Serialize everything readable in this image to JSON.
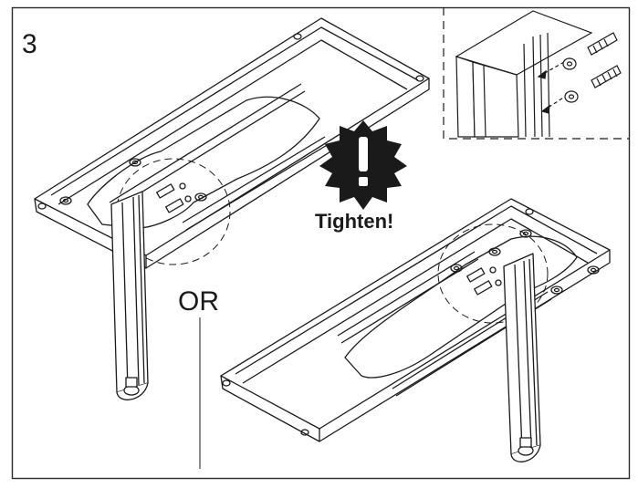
{
  "step_number": "3",
  "warning_label": "Tighten!",
  "alternative_label": "OR",
  "icons": [
    "warning-burst-icon",
    "screw-icon",
    "washer-icon"
  ],
  "colors": {
    "line": "#1a1a1a",
    "paper": "#ffffff",
    "border": "#2a2a2a"
  }
}
